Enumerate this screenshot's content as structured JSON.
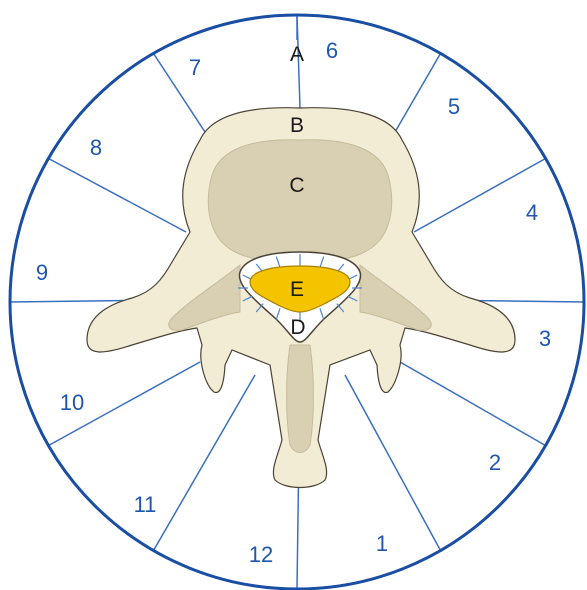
{
  "colors": {
    "ring": "#1a4ea3",
    "spokes": "#3a6fc0",
    "sector_numbers": "#1e56b0",
    "letter_text": "#1a1a1a",
    "bone_outer": "#f3ecd4",
    "bone_outer_stroke": "#4a4235",
    "bone_inner": "#d9cfb2",
    "canal_fill": "#ffffff",
    "canal_lines": "#4d83cf",
    "cord": "#f5c400",
    "cord_stroke": "#a88200"
  },
  "sectors": [
    {
      "id": "1",
      "label": "1"
    },
    {
      "id": "2",
      "label": "2"
    },
    {
      "id": "3",
      "label": "3"
    },
    {
      "id": "4",
      "label": "4"
    },
    {
      "id": "5",
      "label": "5"
    },
    {
      "id": "6",
      "label": "6"
    },
    {
      "id": "7",
      "label": "7"
    },
    {
      "id": "8",
      "label": "8"
    },
    {
      "id": "9",
      "label": "9"
    },
    {
      "id": "10",
      "label": "10"
    },
    {
      "id": "11",
      "label": "11"
    },
    {
      "id": "12",
      "label": "12"
    }
  ],
  "letters": {
    "a": "A",
    "b": "B",
    "c": "C",
    "d": "D",
    "e": "E"
  }
}
